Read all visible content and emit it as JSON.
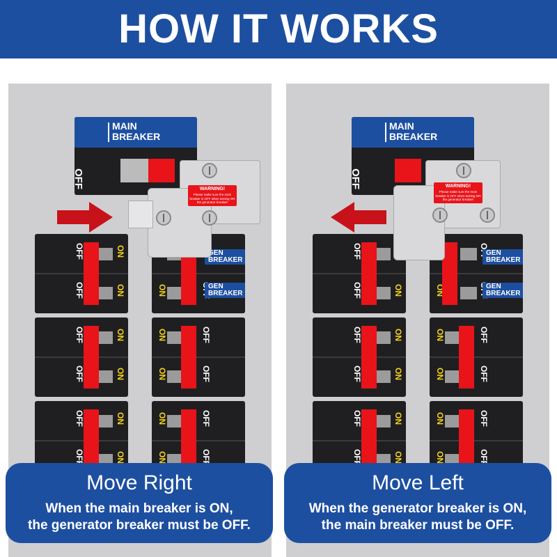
{
  "header": {
    "title": "HOW IT WORKS"
  },
  "labels": {
    "main_breaker": "MAIN\nBREAKER",
    "gen_breaker": "GEN\nBREAKER",
    "off": "OFF",
    "on": "ON",
    "warning_title": "WARNING!",
    "warning_body": "Please make sure the main breaker is OFF when turning ON the generator breaker!"
  },
  "panels": [
    {
      "id": "left",
      "arrow_direction": "right",
      "caption_title": "Move Right",
      "caption_body": "When the main breaker is ON,\nthe generator breaker must be OFF."
    },
    {
      "id": "right",
      "arrow_direction": "left",
      "caption_title": "Move Left",
      "caption_body": "When the generator breaker is ON,\nthe main breaker must be OFF."
    }
  ],
  "colors": {
    "brand_blue": "#1d4fa0",
    "handle_red": "#e8141a",
    "on_yellow": "#f5d21a",
    "breaker_black": "#1f1f21"
  }
}
